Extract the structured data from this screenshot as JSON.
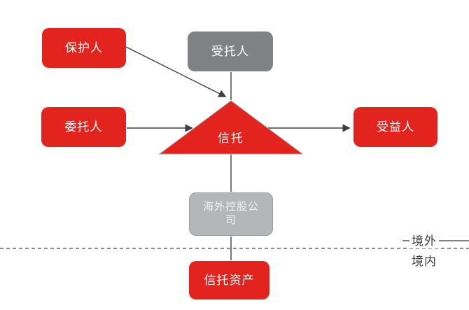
{
  "diagram": {
    "title": "trust-structure-diagram",
    "nodes": {
      "protector": {
        "label": "保护人",
        "shape": "rounded-rect",
        "color_role": "red"
      },
      "trustee": {
        "label": "受托人",
        "shape": "rounded-rect",
        "color_role": "gray"
      },
      "settlor": {
        "label": "委托人",
        "shape": "rounded-rect",
        "color_role": "red"
      },
      "trust": {
        "label": "信托",
        "shape": "triangle",
        "color_role": "red"
      },
      "beneficiary": {
        "label": "受益人",
        "shape": "rounded-rect",
        "color_role": "red"
      },
      "holding_company": {
        "label": "海外控股公司",
        "shape": "rounded-rect",
        "color_role": "light-gray"
      },
      "trust_assets": {
        "label": "信托资产",
        "shape": "rounded-rect",
        "color_role": "red"
      }
    },
    "edges": [
      {
        "from": "保护人",
        "to": "信托",
        "arrow": true
      },
      {
        "from": "受托人",
        "to": "信托",
        "arrow": false
      },
      {
        "from": "委托人",
        "to": "信托",
        "arrow": true
      },
      {
        "from": "信托",
        "to": "受益人",
        "arrow": true
      },
      {
        "from": "信托",
        "to": "海外控股公司",
        "arrow": false
      },
      {
        "from": "海外控股公司",
        "to": "信托资产",
        "arrow": false
      }
    ],
    "region_labels": {
      "offshore": "境外",
      "onshore": "境内"
    },
    "colors": {
      "accent_red": "#e3241e",
      "node_gray": "#7f8184",
      "node_light_gray": "#b4b6b8",
      "node_light_gray_border": "#9a9c9e",
      "line": "#3f3f3f",
      "divider": "#8a8a8a",
      "label_text": "#ffffff",
      "region_text": "#3f3f3f",
      "canvas_bg": "#ffffff"
    }
  }
}
